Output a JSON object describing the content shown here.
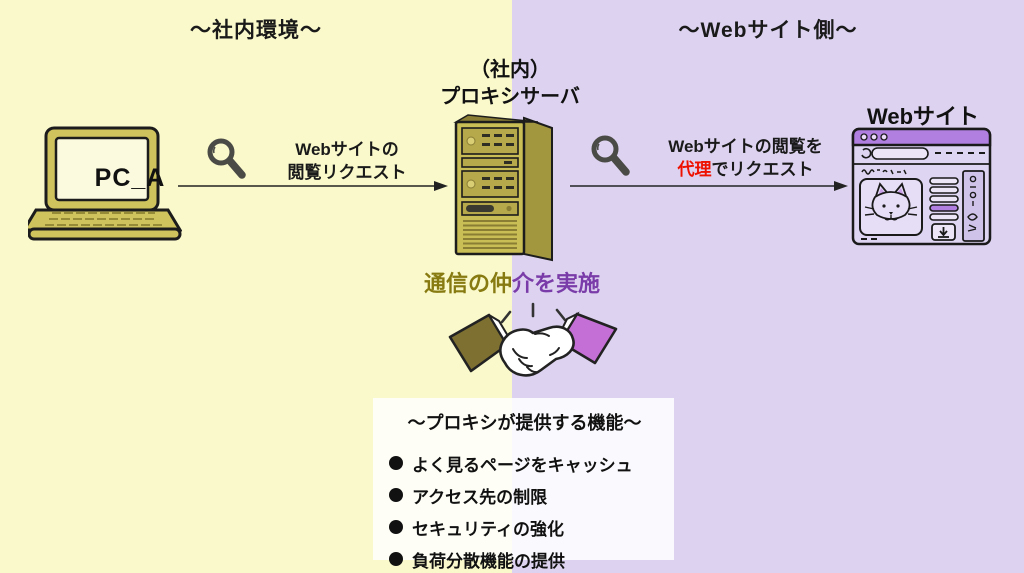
{
  "zones": {
    "internal": {
      "title": "〜社内環境〜"
    },
    "website": {
      "title": "〜Webサイト側〜"
    }
  },
  "client": {
    "label": "PC_A"
  },
  "proxy": {
    "title_line1": "（社内）",
    "title_line2": "プロキシサーバ"
  },
  "request_internal": {
    "line1": "Webサイトの",
    "line2": "閲覧リクエスト"
  },
  "request_external": {
    "line1": "Webサイトの閲覧を",
    "line2_highlight": "代理",
    "line2_rest": "でリクエスト"
  },
  "website": {
    "title": "Webサイト"
  },
  "mediation": {
    "text_internal_part": "通信の仲",
    "text_website_part": "介を実施"
  },
  "features": {
    "title": "〜プロキシが提供する機能〜",
    "items": [
      "よく見るページをキャッシュ",
      "アクセス先の制限",
      "セキュリティの強化",
      "負荷分散機能の提供"
    ]
  },
  "icons": {
    "request_internal_icon": "magnifier-icon",
    "request_external_icon": "magnifier-icon",
    "client_icon": "laptop-icon",
    "proxy_icon": "server-icon",
    "website_icon": "browser-window-icon",
    "mediation_icon": "handshake-icon"
  },
  "colors": {
    "internal_bg": "#f9f9cb",
    "website_bg": "#ddd3f0",
    "internal_text_accent": "#877a10",
    "website_text_accent": "#7a3ca8",
    "highlight_red": "#ee1100",
    "device_olive": "#c9bd55",
    "browser_purple": "#b07fe0"
  }
}
